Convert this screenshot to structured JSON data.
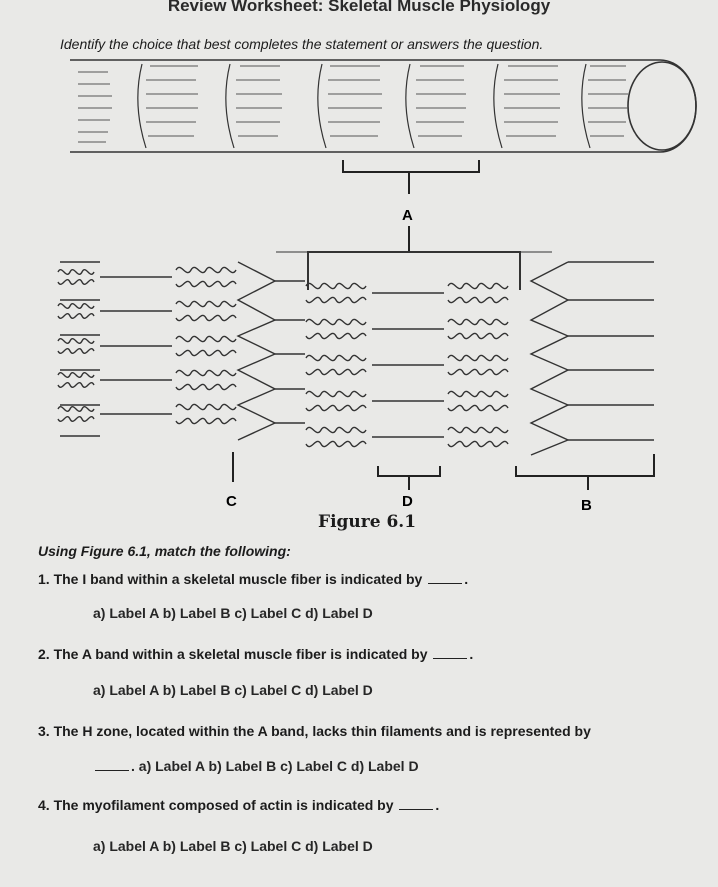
{
  "header": {
    "title": "Review Worksheet: Skeletal Muscle Physiology",
    "instructions": "Identify the choice that best completes the statement or answers the question."
  },
  "figure": {
    "labels": {
      "a": "A",
      "b": "B",
      "c": "C",
      "d": "D"
    },
    "caption": "Figure 6.1"
  },
  "prompt": "Using Figure 6.1, match the following:",
  "questions": [
    {
      "stem": "1. The I band within a skeletal muscle fiber is indicated by",
      "end": ".",
      "options": "a) Label A b) Label B c) Label C d) Label D"
    },
    {
      "stem": "2. The A band within a skeletal muscle fiber is indicated by",
      "end": ".",
      "options": "a) Label A b) Label B c) Label C d) Label D"
    },
    {
      "stem": "3. The H zone, located within the A band, lacks thin filaments and is represented by",
      "end": ".",
      "options": "a) Label A b) Label B c) Label C d) Label D"
    },
    {
      "stem": "4. The myofilament composed of actin is indicated by",
      "end": ".",
      "options": "a) Label A b) Label B c) Label C d) Label D"
    }
  ]
}
